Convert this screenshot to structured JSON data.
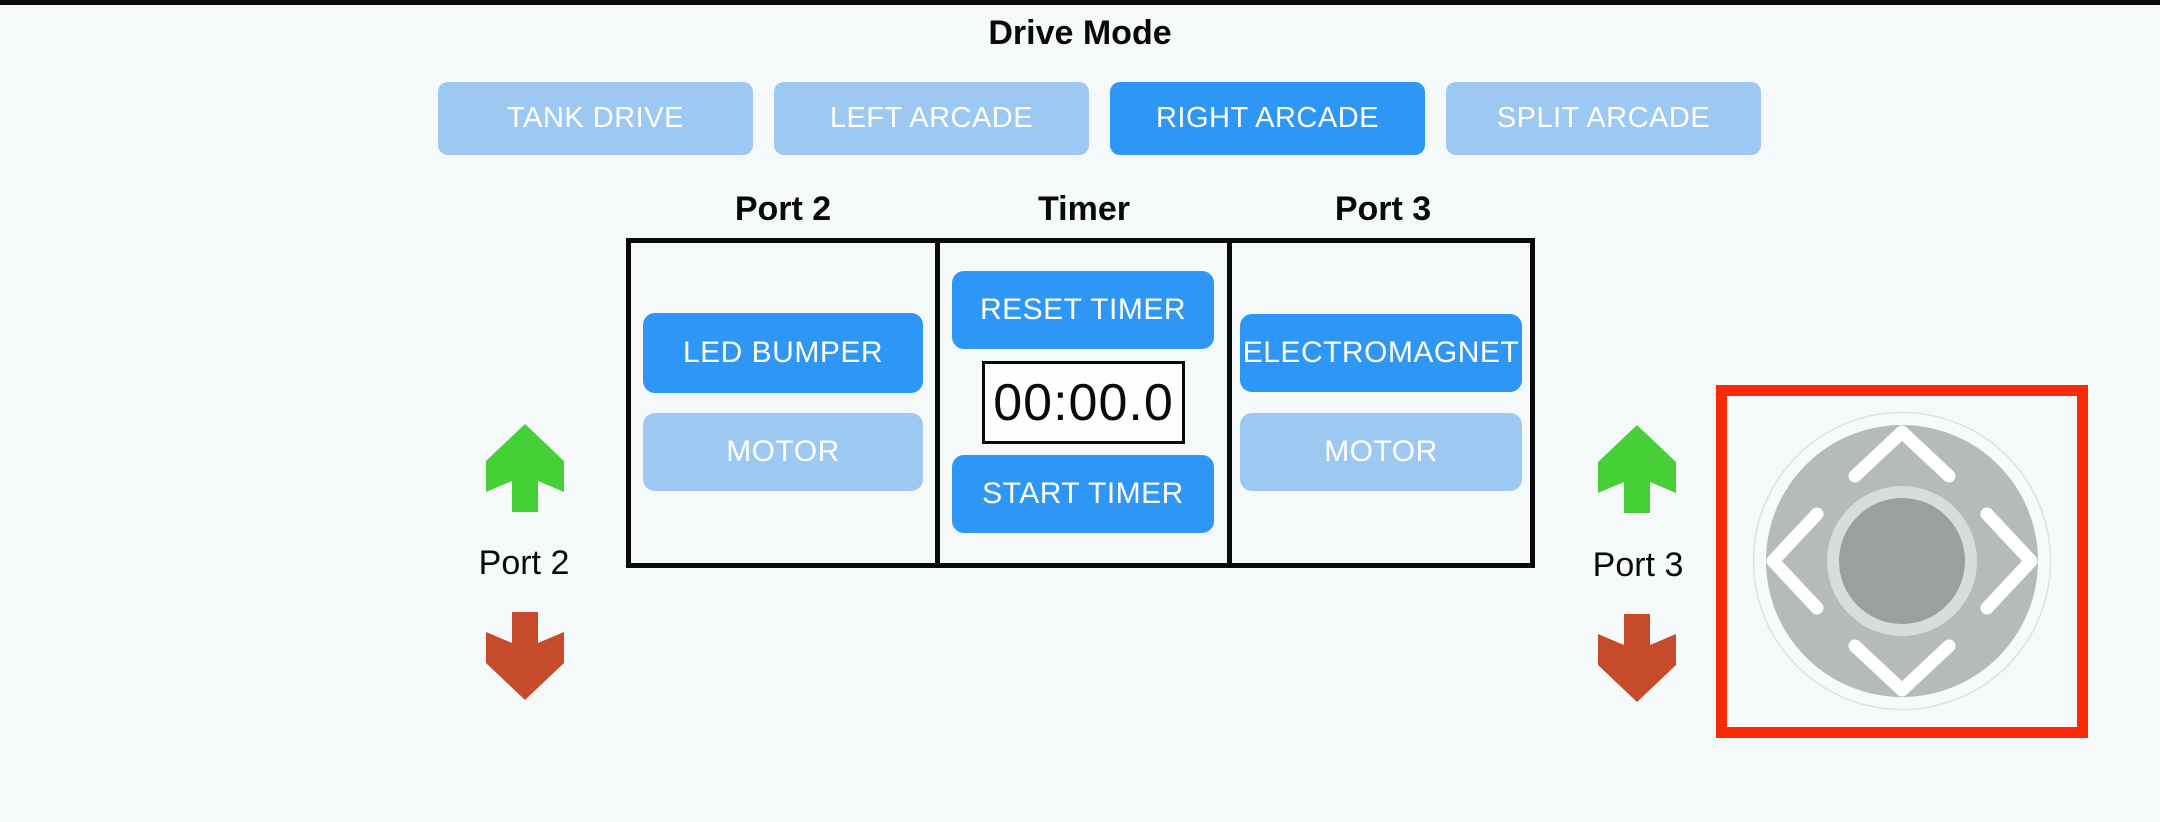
{
  "header": {
    "title": "Drive Mode"
  },
  "drive_modes": [
    {
      "label": "TANK DRIVE",
      "active": false
    },
    {
      "label": "LEFT ARCADE",
      "active": false
    },
    {
      "label": "RIGHT ARCADE",
      "active": true
    },
    {
      "label": "SPLIT ARCADE",
      "active": false
    }
  ],
  "panel": {
    "columns": [
      {
        "header": "Port 2",
        "buttons": [
          {
            "label": "LED BUMPER",
            "state": "active"
          },
          {
            "label": "MOTOR",
            "state": "inactive"
          }
        ]
      },
      {
        "header": "Timer",
        "reset_label": "RESET TIMER",
        "display": "00:00.0",
        "start_label": "START TIMER"
      },
      {
        "header": "Port 3",
        "buttons": [
          {
            "label": "ELECTROMAGNET",
            "state": "active"
          },
          {
            "label": "MOTOR",
            "state": "inactive"
          }
        ]
      }
    ]
  },
  "port_controls": [
    {
      "label": "Port 2",
      "up_icon": "green-up-arrow",
      "down_icon": "red-down-arrow"
    },
    {
      "label": "Port 3",
      "up_icon": "green-up-arrow",
      "down_icon": "red-down-arrow"
    }
  ],
  "joystick": {
    "icon": "joystick-dpad",
    "directions": [
      "up",
      "left",
      "right",
      "down"
    ]
  },
  "colors": {
    "background": "#f5f9fa",
    "accent_blue": "#2e96f4",
    "inactive_blue": "#9cc8f2",
    "arrow_green": "#45d035",
    "arrow_red": "#c54b2b",
    "highlight_red": "#fb2a06",
    "border_black": "#0a0a0a"
  }
}
